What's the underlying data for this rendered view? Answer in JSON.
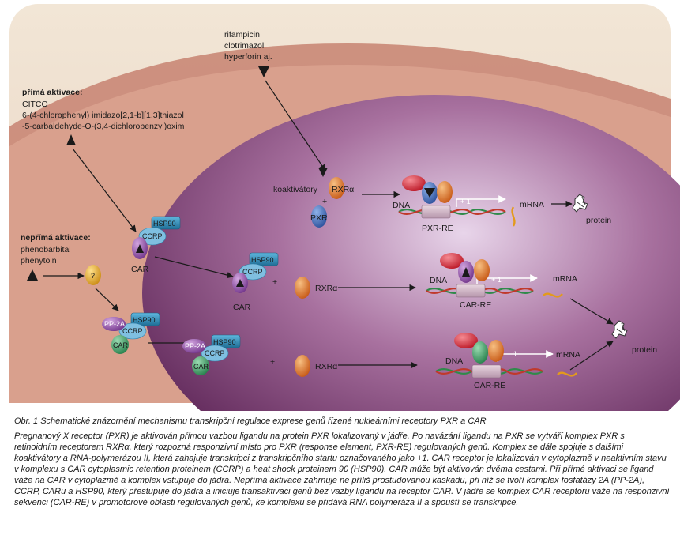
{
  "diagram": {
    "direct_activation": {
      "heading": "přímá aktivace:",
      "lines": [
        "CITCO",
        "6-(4-chlorophenyl) imidazo[2,1-b][1,3]thiazol",
        "-5-carbaldehyde-O-(3,4-dichlorobenzyl)oxim"
      ]
    },
    "indirect_activation": {
      "heading": "nepřímá aktivace:",
      "lines": [
        "phenobarbital",
        "phenytoin"
      ]
    },
    "pxr_ligands": [
      "rifampicin",
      "clotrimazol",
      "hyperforin aj."
    ],
    "labels": {
      "hsp90": "HSP90",
      "ccrp": "CCRP",
      "car": "CAR",
      "pp2a": "PP-2A",
      "unknown": "?",
      "coactivators": "koaktivátory",
      "rxr": "RXRα",
      "pxr": "PXR",
      "plus": "+",
      "dna": "DNA",
      "pxr_re": "PXR-RE",
      "car_re": "CAR-RE",
      "plus_one": "+ 1",
      "mrna": "mRNA",
      "protein": "protein"
    }
  },
  "caption": {
    "title": "Obr. 1  Schematické znázornění mechanismu transkripční regulace exprese genů řízené nukleárními receptory PXR a CAR",
    "body": "Pregnanový X receptor (PXR) je aktivován přímou vazbou ligandu na protein PXR lokalizovaný v jádře. Po navázání ligandu na PXR se vytváří komplex PXR s retinoidním receptorem RXRα, který rozpozná responzivní místo pro PXR (response element, PXR-RE) regulovaných genů. Komplex se dále spojuje s dalšími koaktivátory a RNA-polymerázou II, která zahajuje transkripci z transkripčního startu označovaného jako +1. CAR receptor je lokalizován v cytoplazmě v neaktivním stavu v komplexu s CAR cytoplasmic retention proteinem (CCRP) a heat shock proteinem 90 (HSP90). CAR může být aktivován dvěma cestami. Při přímé aktivaci se ligand váže na CAR v cytoplazmě a komplex vstupuje do jádra. Nepřímá aktivace zahrnuje ne příliš prostudovanou kaskádu, při níž se tvoří komplex fosfatázy 2A (PP-2A), CCRP, CARu a HSP90, který přestupuje do jádra a iniciuje transaktivaci genů bez vazby ligandu na receptor CAR. V jádře se komplex CAR receptoru váže na responzivní sekvenci (CAR-RE) v promotorové oblasti regulovaných genů, ke komplexu se přidává RNA polymeráza II a spouští se transkripce."
  },
  "colors": {
    "cytoplasm": "#c98776",
    "cell_bg": "#ecd9c6",
    "nucleus": "#6a2e62",
    "hsp90": "#2f8fb8",
    "car": "#8a4a9c",
    "pxr": "#3b62b0",
    "rxr": "#d96a1c",
    "coactivator": "#d41f35",
    "pp2a": "#7d5aa8",
    "car_green": "#2f9e5e",
    "question": "#e6a61c"
  }
}
